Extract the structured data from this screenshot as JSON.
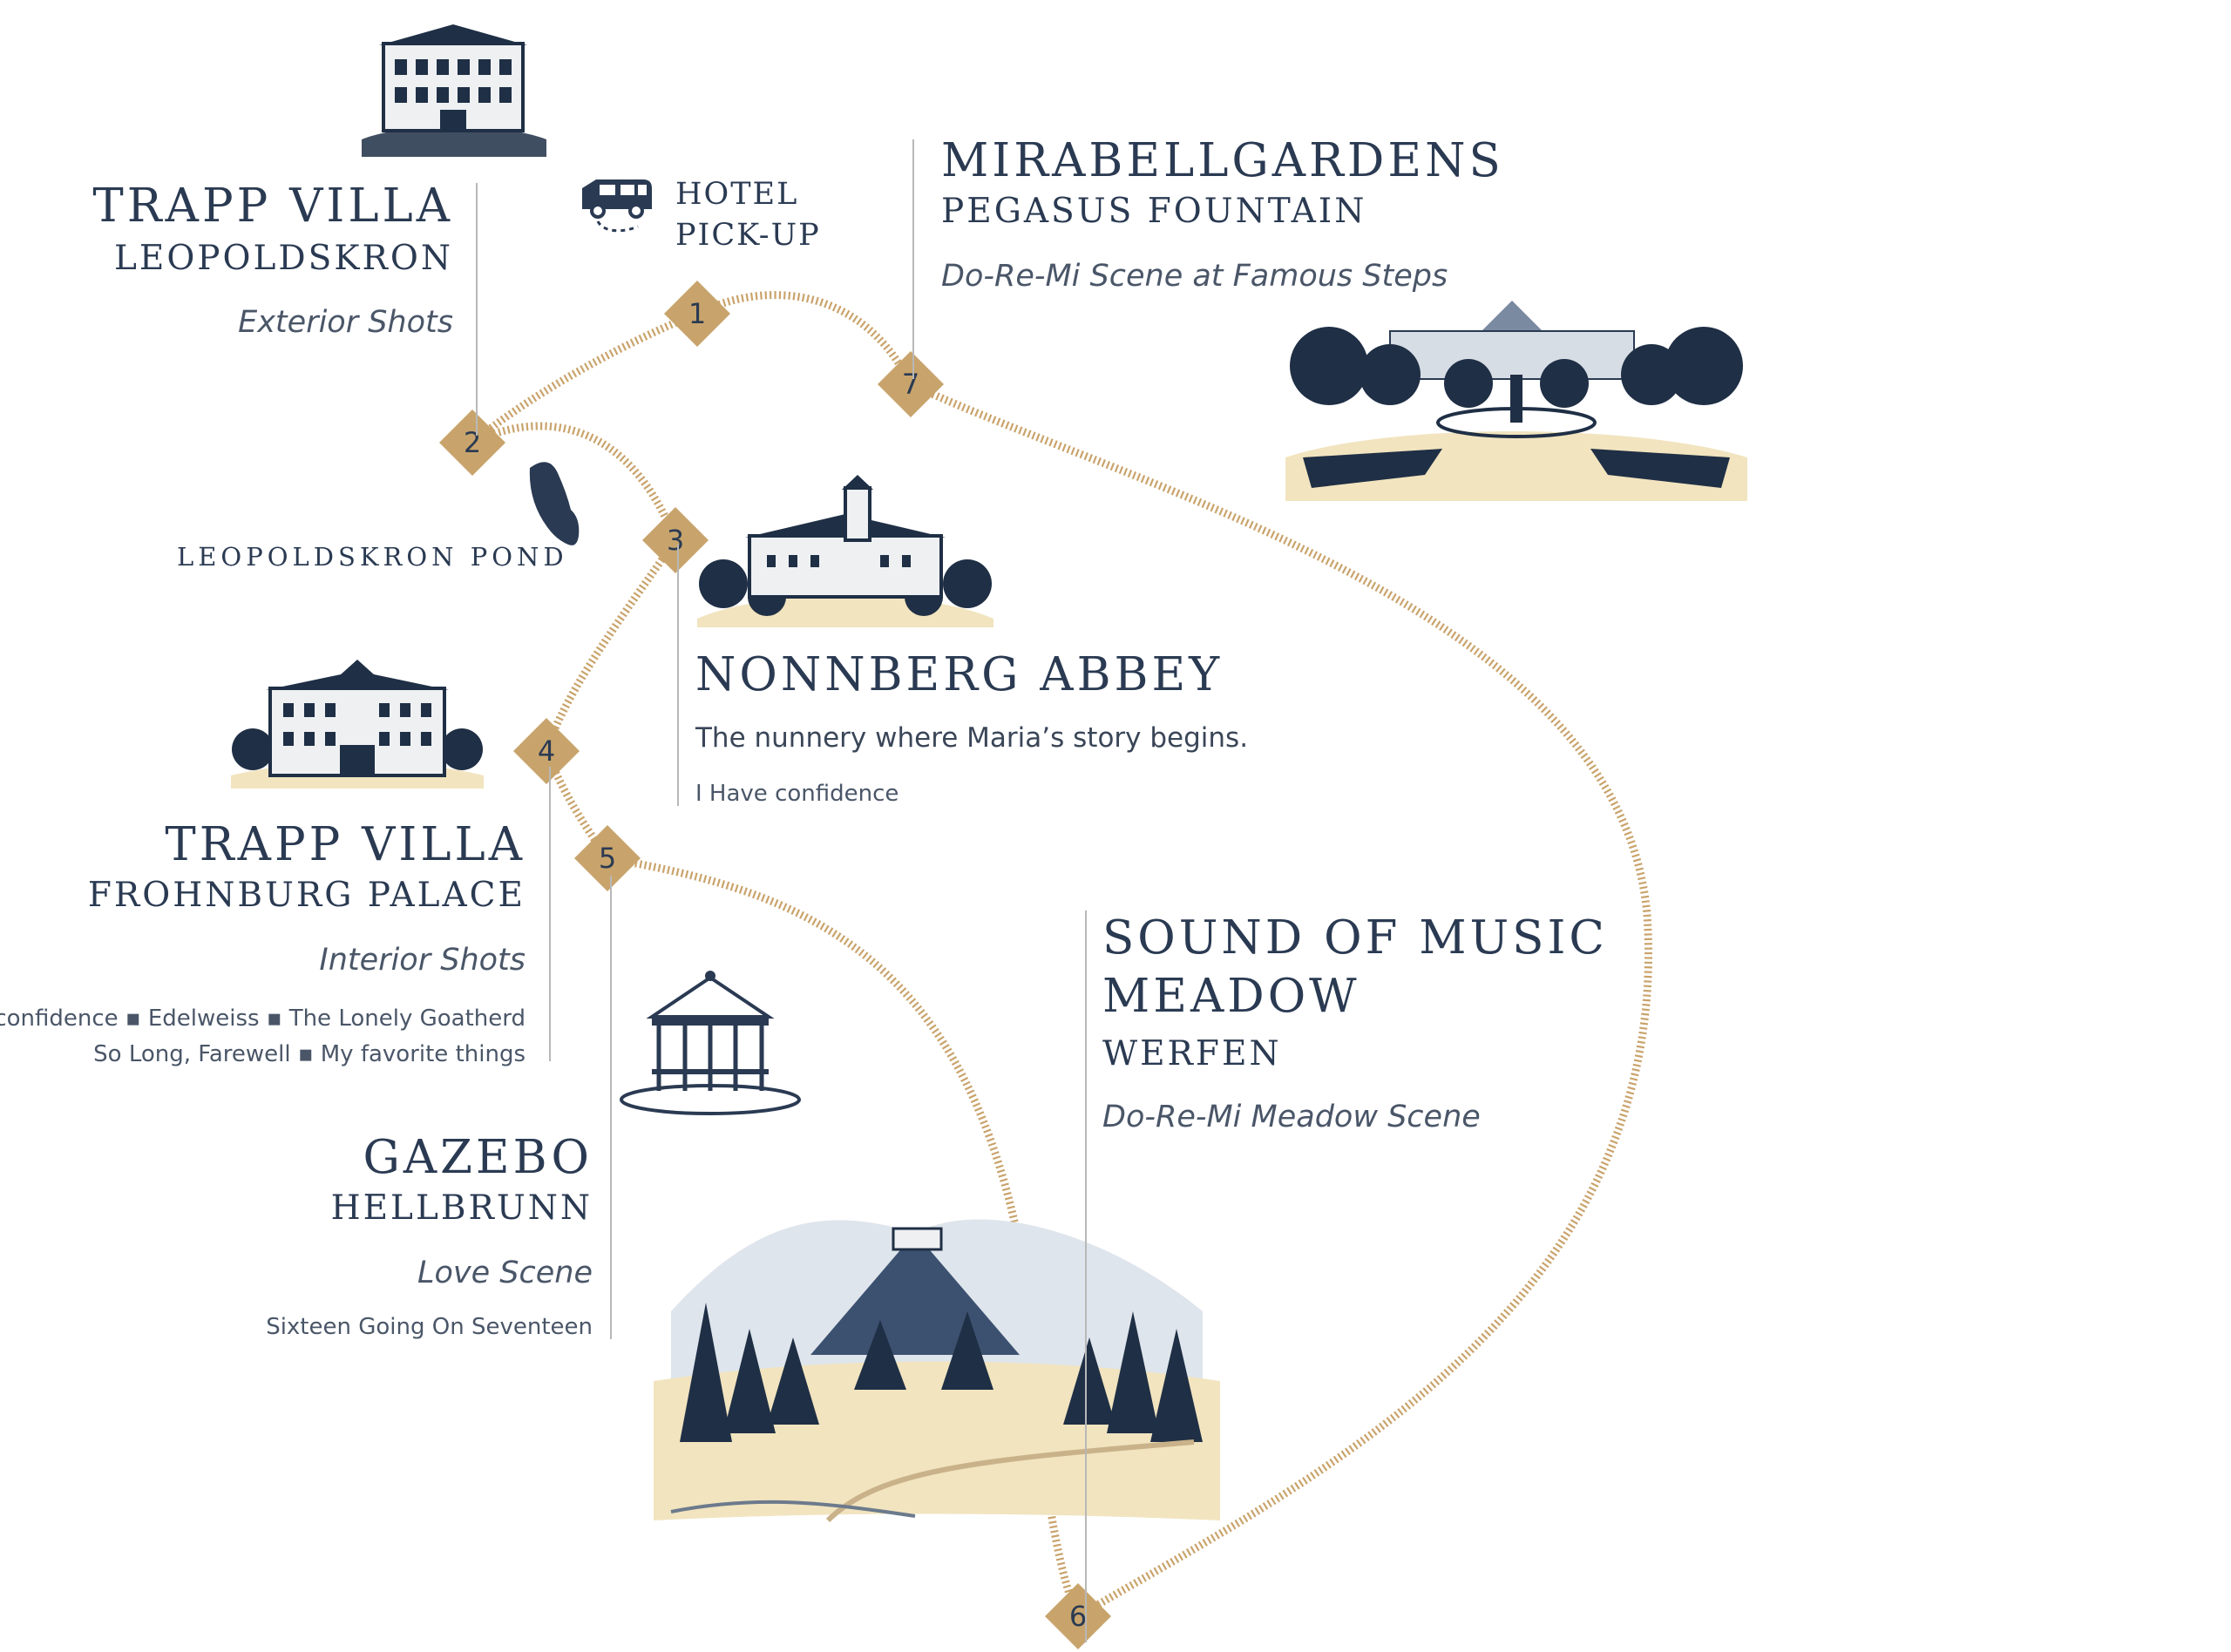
{
  "colors": {
    "route": "#c9a36b",
    "marker": "#c8a46c",
    "ink": "#2a3a52",
    "muted": "#4a5668",
    "divider": "#b8b8b8",
    "cream": "#f1e4bf"
  },
  "pickup": {
    "icon": "van-icon",
    "line1": "HOTEL",
    "line2": "PICK-UP"
  },
  "pond": {
    "icon": "pond-icon",
    "label": "LEOPOLDSKRON POND"
  },
  "stops": {
    "trapp_leopoldskron": {
      "title": "TRAPP VILLA",
      "subtitle": "LEOPOLDSKRON",
      "scene": "Exterior Shots",
      "icon": "villa-leopoldskron-illustration"
    },
    "mirabell": {
      "title": "MIRABELLGARDENS",
      "subtitle": "PEGASUS FOUNTAIN",
      "scene": "Do-Re-Mi Scene at Famous Steps",
      "icon": "mirabell-gardens-illustration"
    },
    "nonnberg": {
      "title": "NONNBERG ABBEY",
      "description": "The nunnery where Maria’s story begins.",
      "songs": "I Have confidence",
      "icon": "nonnberg-abbey-illustration"
    },
    "trapp_frohnburg": {
      "title": "TRAPP VILLA",
      "subtitle": "FROHNBURG PALACE",
      "scene": "Interior Shots",
      "songs_line1": "I Have confidence ▪ Edelweiss ▪ The Lonely Goatherd",
      "songs_line2": "So Long, Farewell ▪ My favorite things",
      "icon": "frohnburg-palace-illustration"
    },
    "gazebo": {
      "title": "GAZEBO",
      "subtitle": "HELLBRUNN",
      "scene": "Love Scene",
      "songs": "Sixteen Going On Seventeen",
      "icon": "gazebo-illustration"
    },
    "meadow": {
      "title_line1": "SOUND OF MUSIC",
      "title_line2": "MEADOW",
      "subtitle": "WERFEN",
      "scene": "Do-Re-Mi Meadow Scene",
      "icon": "werfen-meadow-illustration"
    }
  },
  "markers": [
    {
      "label": "1"
    },
    {
      "label": "2"
    },
    {
      "label": "3"
    },
    {
      "label": "4"
    },
    {
      "label": "5"
    },
    {
      "label": "6"
    },
    {
      "label": "7"
    }
  ]
}
